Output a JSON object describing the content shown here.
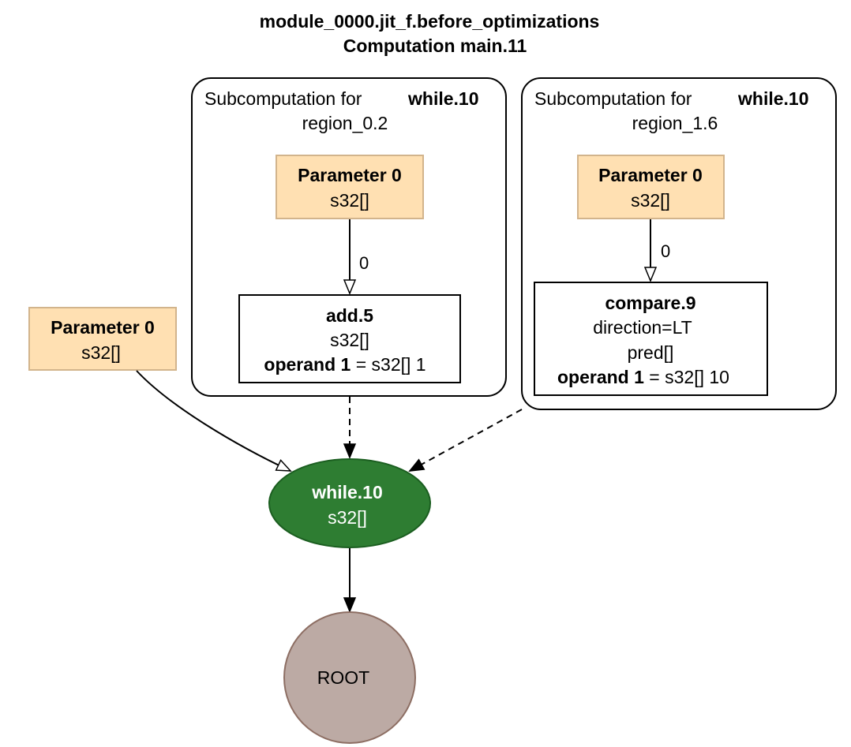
{
  "title": {
    "line1": "module_0000.jit_f.before_optimizations",
    "line2": "Computation main.11"
  },
  "subcomputations": [
    {
      "prefix": "Subcomputation for",
      "target": "while.10",
      "region": "region_0.2",
      "param": {
        "name": "Parameter 0",
        "type": "s32[]"
      },
      "edge_label": "0",
      "op": {
        "name": "add.5",
        "type": "s32[]",
        "operand_label": "operand 1",
        "operand_value": " = s32[] 1"
      }
    },
    {
      "prefix": "Subcomputation for",
      "target": "while.10",
      "region": "region_1.6",
      "param": {
        "name": "Parameter 0",
        "type": "s32[]"
      },
      "edge_label": "0",
      "op": {
        "name": "compare.9",
        "attr1": "direction=LT",
        "type": "pred[]",
        "operand_label": "operand 1",
        "operand_value": " = s32[] 10"
      }
    }
  ],
  "main_param": {
    "name": "Parameter 0",
    "type": "s32[]"
  },
  "while_node": {
    "name": "while.10",
    "type": "s32[]"
  },
  "root_node": {
    "label": "ROOT"
  },
  "colors": {
    "param_fill": "#ffe0b2",
    "param_stroke": "#d2b48c",
    "while_fill": "#2e7d32",
    "while_stroke": "#1b5e20",
    "root_fill": "#bcaaa4",
    "root_stroke": "#8d6e63"
  }
}
